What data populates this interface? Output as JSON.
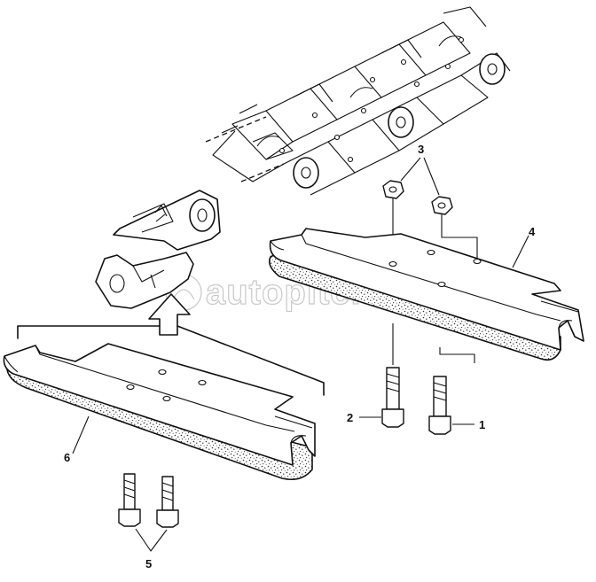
{
  "diagram": {
    "watermark": "autopiter.ru",
    "callouts": [
      {
        "id": "1",
        "label": "1"
      },
      {
        "id": "2",
        "label": "2"
      },
      {
        "id": "3",
        "label": "3"
      },
      {
        "id": "4",
        "label": "4"
      },
      {
        "id": "5",
        "label": "5"
      },
      {
        "id": "6",
        "label": "6"
      }
    ]
  }
}
